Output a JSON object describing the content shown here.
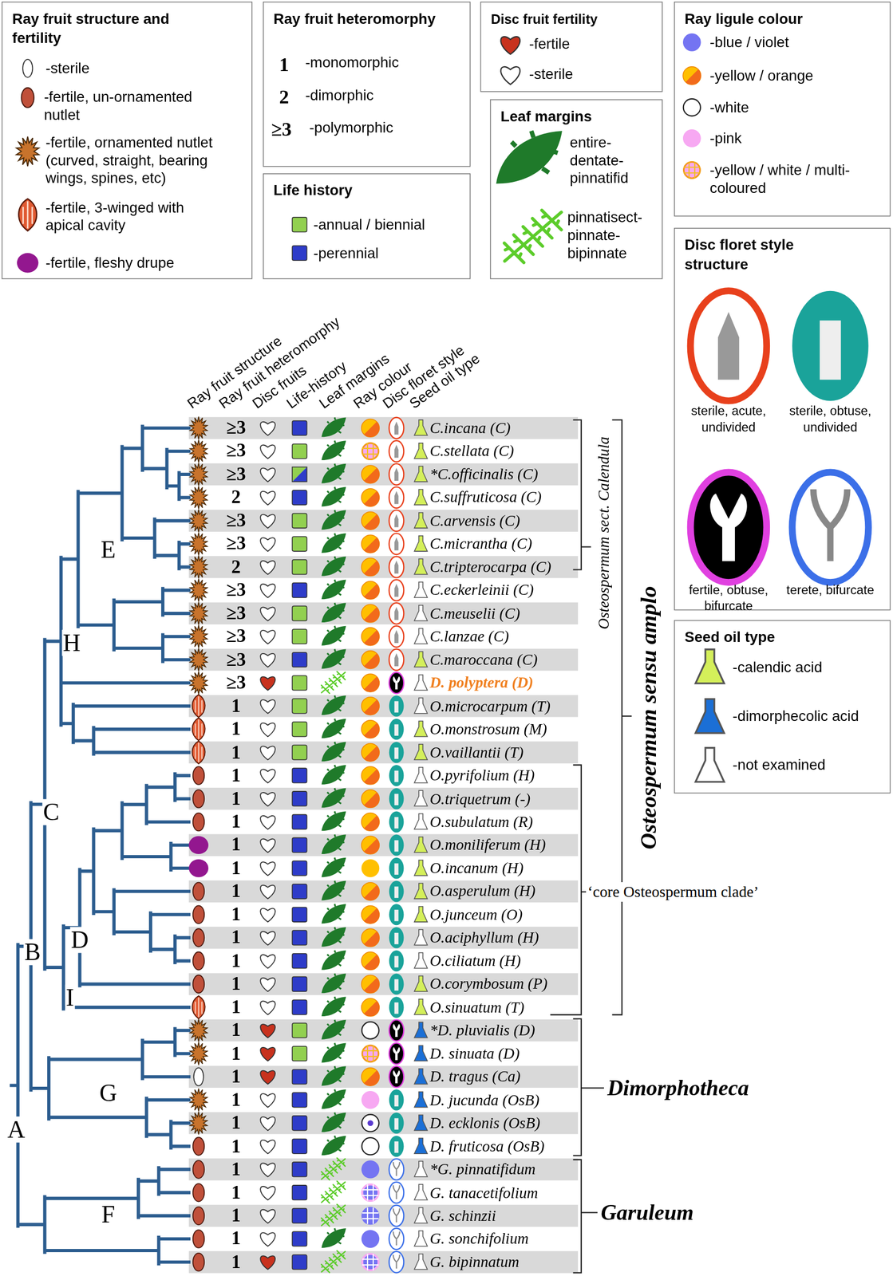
{
  "diagram": {
    "nodes": [
      {
        "text": [
          "Ray fruit structure and fertility"
        ]
      },
      {
        "text": [
          "Ray fruit heteromorphy"
        ]
      },
      {
        "text": [
          "Life history"
        ]
      },
      {
        "text": [
          "Disc fruit fertility"
        ]
      },
      {
        "text": [
          "Leaf margins"
        ]
      },
      {
        "text": [
          "Ray ligule colour"
        ]
      },
      {
        "text": [
          "Disc floret style structure"
        ]
      },
      {
        "text": [
          "Seed oil type"
        ]
      }
    ],
    "labels": [
      "Ray fruit structure",
      "Ray fruit heteromorphy",
      "Disc fruits",
      "Life-history",
      "Leaf margins",
      "Ray colour",
      "Disc floret style",
      "Seed oil type",
      "1",
      "2",
      "≥3",
      "≥3",
      "≥3",
      "≥3",
      "2",
      "≥3",
      "≥3",
      "2",
      "≥3",
      "≥3",
      "≥3",
      "≥3",
      "≥3",
      "1",
      "1",
      "1",
      "1",
      "1",
      "1",
      "1",
      "1",
      "1",
      "1",
      "1",
      "1",
      "1",
      "1",
      "1",
      "1",
      "1",
      "1",
      "1",
      "1",
      "1",
      "1",
      "1",
      "1",
      "1",
      "C.incana (C)",
      "C.stellata (C)",
      "*C.officinalis (C)",
      "C.suffruticosa (C)",
      "C.arvensis (C)",
      "C.micrantha (C)",
      "C.tripterocarpa (C)",
      "C.eckerleinii (C)",
      "C.meuselii (C)",
      "C.lanzae (C)",
      "C.maroccana (C)",
      "D. polyptera (D)",
      "O.microcarpum (T)",
      "O.monstrosum (M)",
      "O.vaillantii (T)",
      "O.pyrifolium (H)",
      "O.triquetrum (-)",
      "O.subulatum (R)",
      "O.moniliferum (H)",
      "O.incanum (H)",
      "O.asperulum (H)",
      "O.junceum (O)",
      "O.aciphyllum (H)",
      "O.ciliatum (H)",
      "O.corymbosum (P)",
      "O.sinuatum (T)",
      "*D. pluvialis (D)",
      "D. sinuata (D)",
      "D. tragus (Ca)",
      "D. jucunda (OsB)",
      "D. ecklonis (OsB)",
      "D. fruticosa (OsB)",
      "*G. pinnatifidum",
      "G. tanacetifolium",
      "G. schinzii",
      "G. sonchifolium",
      "G. bipinnatum",
      "E",
      "H",
      "C",
      "D",
      "B",
      "I",
      "G",
      "A",
      "F",
      "Osteospermum sect. Calendula",
      "Osteospermum sensu amplo",
      "‘core Osteospermum clade’",
      "Dimorphotheca",
      "Garuleum"
    ],
    "legend": [
      {
        "text": "-sterile"
      },
      {
        "text": "-fertile, un-ornamented nutlet"
      },
      {
        "text": "-fertile, ornamented nutlet (curved, straight, bearing wings, spines, etc)"
      },
      {
        "text": "-fertile, 3-winged with apical cavity"
      },
      {
        "text": "-fertile, fleshy drupe",
        "color": "#93178f"
      },
      {
        "text": "-monomorphic"
      },
      {
        "text": "-dimorphic"
      },
      {
        "text": "-polymorphic"
      },
      {
        "text": "-annual / biennial",
        "color": "#92d050"
      },
      {
        "text": "-perennial",
        "color": "#2e3cc9"
      },
      {
        "text": "-fertile"
      },
      {
        "text": "-sterile"
      },
      {
        "text": "entire- dentate- pinnatifid"
      },
      {
        "text": "pinnatisect- pinnate- bipinnate"
      },
      {
        "text": "-blue / violet",
        "color": "#7474f2"
      },
      {
        "text": "-yellow / orange"
      },
      {
        "text": "-white"
      },
      {
        "text": "-pink",
        "color": "#f7a8f2"
      },
      {
        "text": "-yellow / white / multi-coloured"
      },
      {
        "text": "sterile, acute, undivided"
      },
      {
        "text": "sterile, obtuse, undivided"
      },
      {
        "text": "fertile, obtuse, bifurcate"
      },
      {
        "text": "terete, bifurcate"
      },
      {
        "text": "-calendic acid",
        "color": "#d4ef5a"
      },
      {
        "text": "-dimorphecolic acid",
        "color": "#1b6fd6"
      },
      {
        "text": "-not examined"
      }
    ]
  }
}
